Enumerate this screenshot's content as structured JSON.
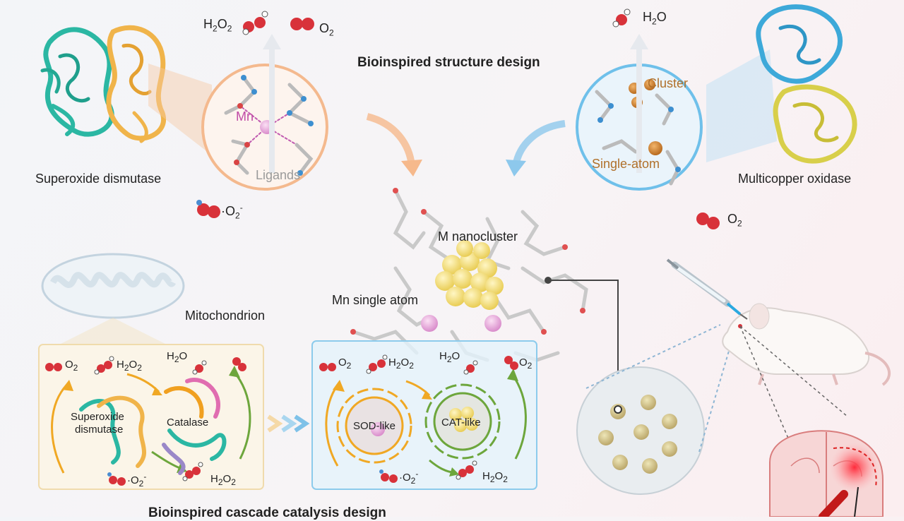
{
  "labels": {
    "top_title": "Bioinspired structure design",
    "bottom_title": "Bioinspired cascade catalysis design",
    "sod_enzyme": "Superoxide dismutase",
    "mco_enzyme": "Multicopper oxidase",
    "mn": "Mn",
    "ligands": "Ligands",
    "cluster": "Cluster",
    "single_atom": "Single-atom",
    "m_nanocluster": "M nanocluster",
    "mn_single_atom": "Mn single atom",
    "mitochondrion": "Mitochondrion",
    "superoxide": "Superoxide",
    "dismutase": "dismutase",
    "catalase": "Catalase",
    "sod_like": "SOD-like",
    "cat_like": "CAT-like"
  },
  "chem": {
    "h2o2": "H2O2",
    "o2": "O2",
    "h2o": "H2O",
    "superoxide_radical": "·O2-"
  },
  "colors": {
    "sod_protein_teal": "#2bb7a3",
    "sod_protein_orange": "#f0b44a",
    "mco_protein_blue": "#3da9d9",
    "mco_protein_yellow": "#d8cf4a",
    "oxygen_red": "#d8323a",
    "orange_cycle": "#f0a824",
    "green_cycle": "#6da63c",
    "mn_pink": "#e7a3d8",
    "cluster_gold": "#f3dc70"
  }
}
